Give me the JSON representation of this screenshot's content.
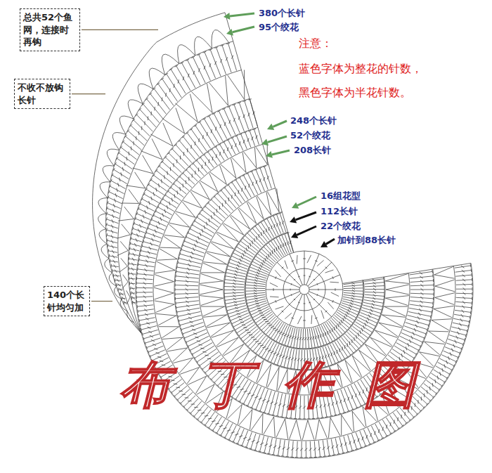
{
  "diagram": {
    "nodes": [
      {
        "text": [
          "总共52个鱼 网，连接时 再钩"
        ]
      },
      {
        "text": [
          "不收不放钩 长针"
        ]
      },
      {
        "text": [
          "140个长 针均匀加"
        ]
      }
    ],
    "labels": [
      "380个长针",
      "95个绞花",
      "248个长针",
      "52个绞花",
      "208长针",
      "16组花型",
      "112长针",
      "22个绞花",
      "加针到88长针",
      "注意：",
      "蓝色字体为整花的针数，",
      "黑色字体为半花针数。",
      "布丁作图"
    ]
  }
}
